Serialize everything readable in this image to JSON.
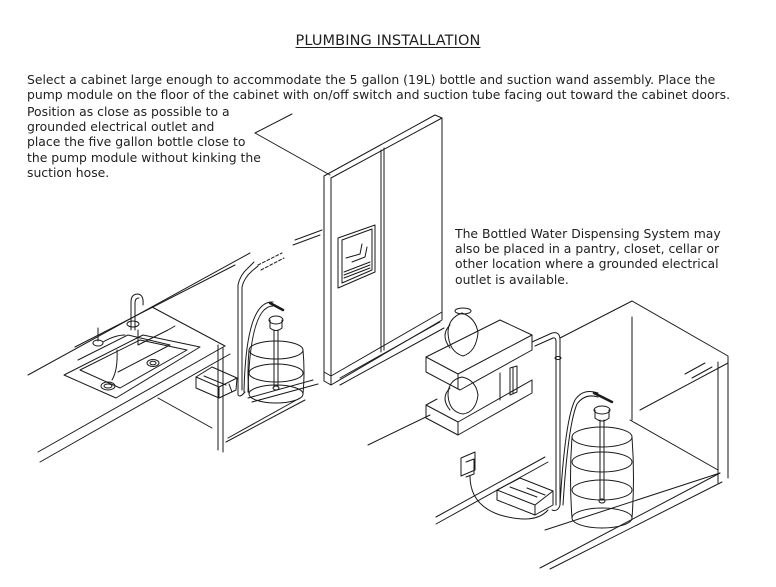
{
  "page": {
    "title": "PLUMBING INSTALLATION",
    "paragraph_1": [
      "Select a cabinet large enough to accommodate the 5 gallon (19L) bottle and suction wand assembly. Place the",
      "pump module on the floor of the cabinet with on/off switch and suction tube facing out toward the cabinet doors."
    ],
    "paragraph_2": [
      "Position as close as possible to a",
      "grounded electrical outlet and",
      "place the five gallon bottle close to",
      "the pump module without kinking the",
      "suction hose."
    ],
    "paragraph_3": [
      "The Bottled Water Dispensing System may",
      "also be placed in a pantry, closet, cellar or",
      "other location where a grounded electrical",
      "outlet is available."
    ]
  },
  "illustrations": {
    "left_scene": [
      "sink-cabinet",
      "faucet",
      "pump-module",
      "water-bottle",
      "refrigerator"
    ],
    "right_scene": [
      "coffee-brewer",
      "electrical-outlet",
      "pump-module",
      "water-bottle",
      "pantry-shelf"
    ],
    "stroke_color": "#1a1a1a"
  }
}
